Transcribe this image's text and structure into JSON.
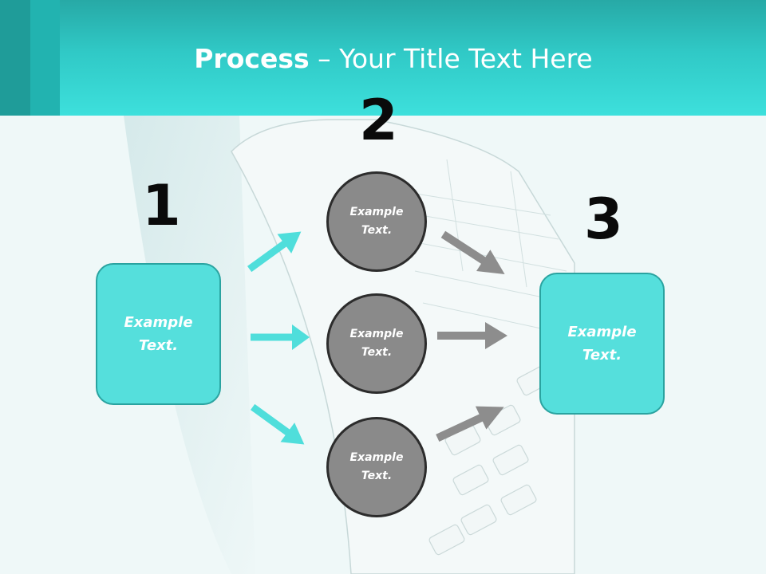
{
  "slide": {
    "title_bold": "Process",
    "title_rest": " – Your Title Text Here"
  },
  "colors": {
    "header": "#30c9c6",
    "box_fill": "#55dfdc",
    "box_border": "#2aa3a0",
    "circle_fill": "#8a8a8a",
    "circle_border": "#2c2c2c",
    "cyan_arrow": "#4fdedb",
    "gray_arrow": "#8d8d8d"
  },
  "steps": {
    "step1": {
      "number": "1",
      "text": "Example Text."
    },
    "step2": {
      "number": "2",
      "circles": [
        {
          "text": "Example Text."
        },
        {
          "text": "Example Text."
        },
        {
          "text": "Example Text."
        }
      ]
    },
    "step3": {
      "number": "3",
      "text": "Example Text."
    }
  }
}
